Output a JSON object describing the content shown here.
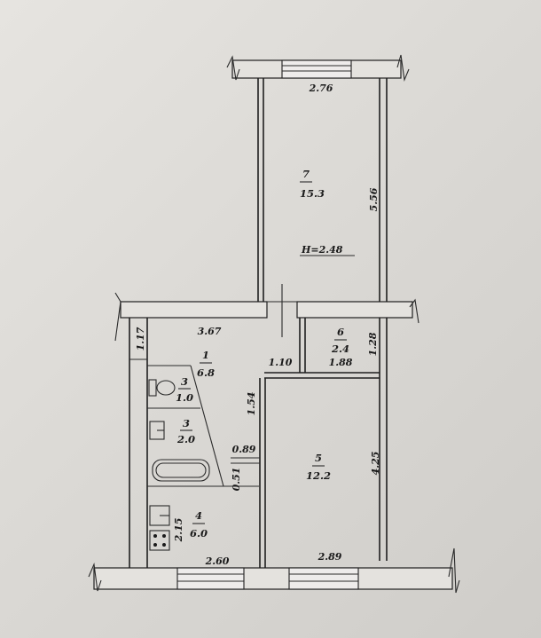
{
  "plan": {
    "rooms": [
      {
        "number": "7",
        "area": "15.3"
      },
      {
        "number": "1",
        "area": "6.8"
      },
      {
        "number": "6",
        "area": "2.4"
      },
      {
        "number": "3",
        "area": "1.0"
      },
      {
        "number": "3",
        "area": "2.0"
      },
      {
        "number": "5",
        "area": "12.2"
      },
      {
        "number": "4",
        "area": "6.0"
      }
    ],
    "height_label": "H=2.48",
    "dimensions": {
      "top_width": "2.76",
      "room7_length": "5.56",
      "hall_width": "3.67",
      "hall_depth": "1.17",
      "d_1_10": "1.10",
      "d_1_88": "1.88",
      "d_1_28": "1.28",
      "d_1_54": "1.54",
      "d_0_89": "0.89",
      "d_0_51": "0.51",
      "room5_length": "4.25",
      "kitchen_depth": "2.15",
      "bottom_left": "2.60",
      "bottom_right": "2.89"
    }
  }
}
